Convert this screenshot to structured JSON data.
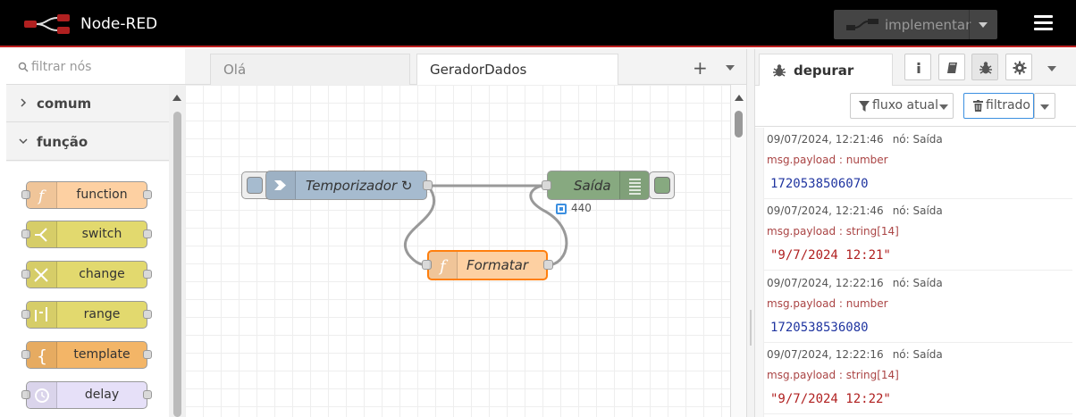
{
  "header": {
    "title": "Node-RED",
    "deploy_label": "implementar"
  },
  "palette": {
    "filter_placeholder": "filtrar nós",
    "categories": [
      {
        "label": "comum",
        "expanded": false
      },
      {
        "label": "função",
        "expanded": true
      }
    ],
    "nodes": [
      {
        "label": "function",
        "color": "#fdd0a2",
        "icon": "function-icon"
      },
      {
        "label": "switch",
        "color": "#e2d96e",
        "icon": "switch-icon"
      },
      {
        "label": "change",
        "color": "#e2d96e",
        "icon": "change-icon"
      },
      {
        "label": "range",
        "color": "#e2d96e",
        "icon": "range-icon"
      },
      {
        "label": "template",
        "color": "#f3b567",
        "icon": "template-icon"
      },
      {
        "label": "delay",
        "color": "#e6e0f8",
        "icon": "delay-icon"
      }
    ]
  },
  "workspace": {
    "tabs": [
      {
        "label": "Olá",
        "active": false
      },
      {
        "label": "GeradorDados",
        "active": true
      }
    ],
    "add_label": "+",
    "flow_nodes": [
      {
        "label": "Temporizador ↻",
        "type": "inject",
        "color": "#a6bbcf"
      },
      {
        "label": "Saída",
        "type": "debug",
        "color": "#87a980",
        "status": "440"
      },
      {
        "label": "Formatar",
        "type": "function",
        "color": "#fdd0a2"
      }
    ]
  },
  "sidebar": {
    "active_tab": "depurar",
    "filter_scope_label": "fluxo atual",
    "clear_label": "filtrado",
    "messages": [
      {
        "time": "09/07/2024, 12:21:46",
        "node": "nó: Saída",
        "path": "msg.payload : number",
        "value": "1720538506070",
        "kind": "num"
      },
      {
        "time": "09/07/2024, 12:21:46",
        "node": "nó: Saída",
        "path": "msg.payload : string[14]",
        "value": "\"9/7/2024 12:21\"",
        "kind": "str"
      },
      {
        "time": "09/07/2024, 12:22:16",
        "node": "nó: Saída",
        "path": "msg.payload : number",
        "value": "1720538536080",
        "kind": "num"
      },
      {
        "time": "09/07/2024, 12:22:16",
        "node": "nó: Saída",
        "path": "msg.payload : string[14]",
        "value": "\"9/7/2024 12:22\"",
        "kind": "str"
      }
    ]
  }
}
